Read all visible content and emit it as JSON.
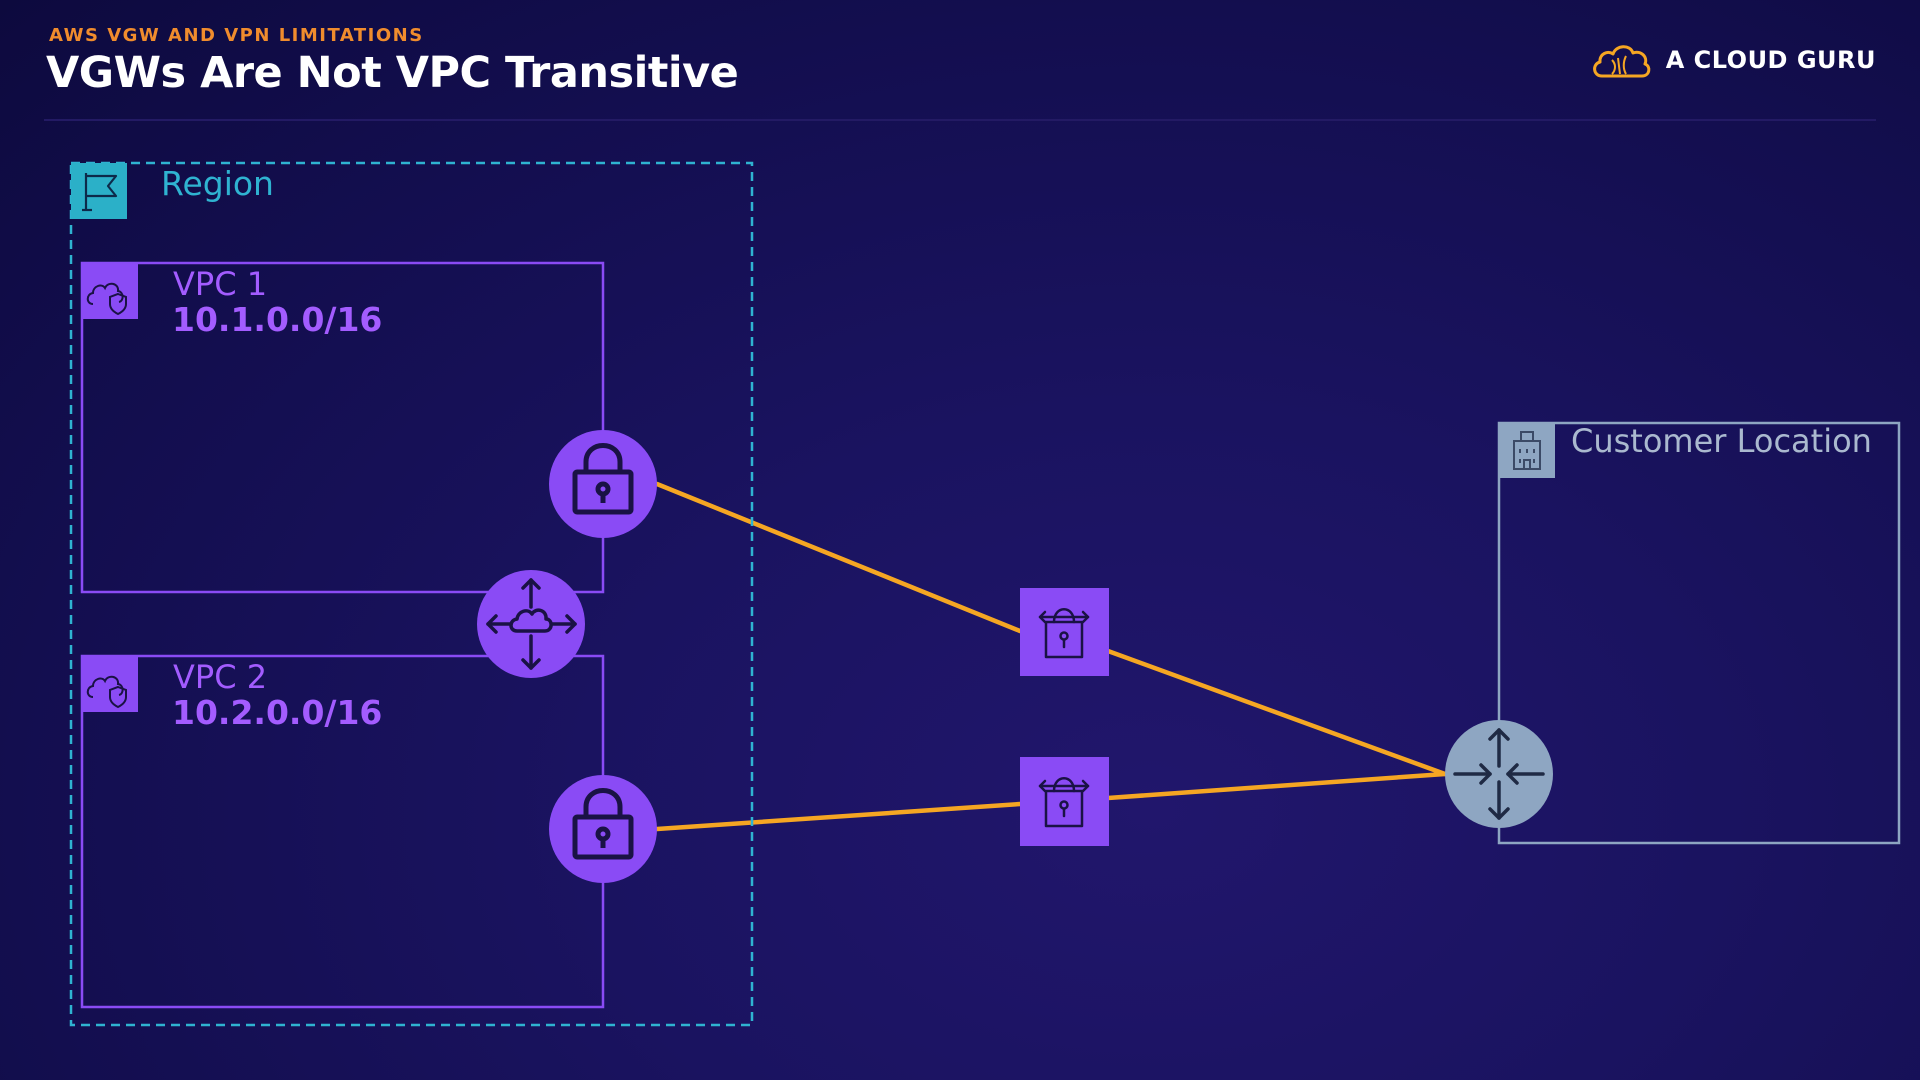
{
  "header": {
    "eyebrow": "AWS VGW AND VPN LIMITATIONS",
    "title": "VGWs Are Not VPC Transitive",
    "brand": "A CLOUD GURU"
  },
  "diagram": {
    "region_label": "Region",
    "vpcs": [
      {
        "name": "VPC 1",
        "cidr": "10.1.0.0/16"
      },
      {
        "name": "VPC 2",
        "cidr": "10.2.0.0/16"
      }
    ],
    "customer_label": "Customer Location",
    "colors": {
      "region": "#2fb3d1",
      "vpc": "#8a4bf5",
      "link": "#f5a623",
      "customer": "#8ea6c2"
    },
    "icons": [
      "flag-icon",
      "vpc-cloud-shield-icon",
      "lock-icon",
      "peering-arrows-icon",
      "vpn-connection-icon",
      "building-icon",
      "router-icon",
      "cloud-logo-icon"
    ]
  }
}
